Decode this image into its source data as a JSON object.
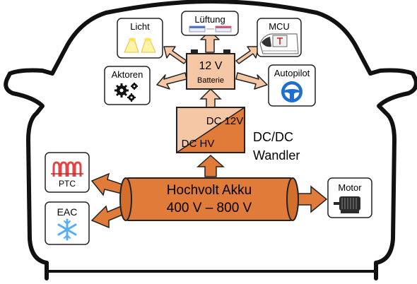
{
  "colors": {
    "orange_main": "#e07b39",
    "orange_light": "#f6c7a4",
    "outline": "#222222",
    "car_outline": "#111111",
    "lamp_yellow": "#ffe15a",
    "autopilot_blue": "#1e6fd0",
    "snow_blue": "#53aef5",
    "ptc_red": "#e04848"
  },
  "components": {
    "licht": "Licht",
    "lueftung": "Lüftung",
    "mcu": "MCU",
    "aktoren": "Aktoren",
    "autopilot": "Autopilot",
    "battery_12v_line1": "12 V",
    "battery_12v_line2": "Batterie",
    "dcdc_top": "DC 12V",
    "dcdc_bottom": "DC HV",
    "dcdc_label_line1": "DC/DC",
    "dcdc_label_line2": "Wandler",
    "hv_line1": "Hochvolt Akku",
    "hv_line2": "400 V – 800 V",
    "motor": "Motor",
    "ptc": "PTC",
    "eac": "EAC"
  },
  "icons": {
    "licht": "headlight-icon",
    "lueftung": "air-vent-icon",
    "mcu": "dashboard-screen-icon",
    "aktoren": "gears-icon",
    "autopilot": "steering-wheel-icon",
    "motor": "electric-motor-icon",
    "ptc": "heater-coil-icon",
    "eac": "snowflake-icon"
  }
}
